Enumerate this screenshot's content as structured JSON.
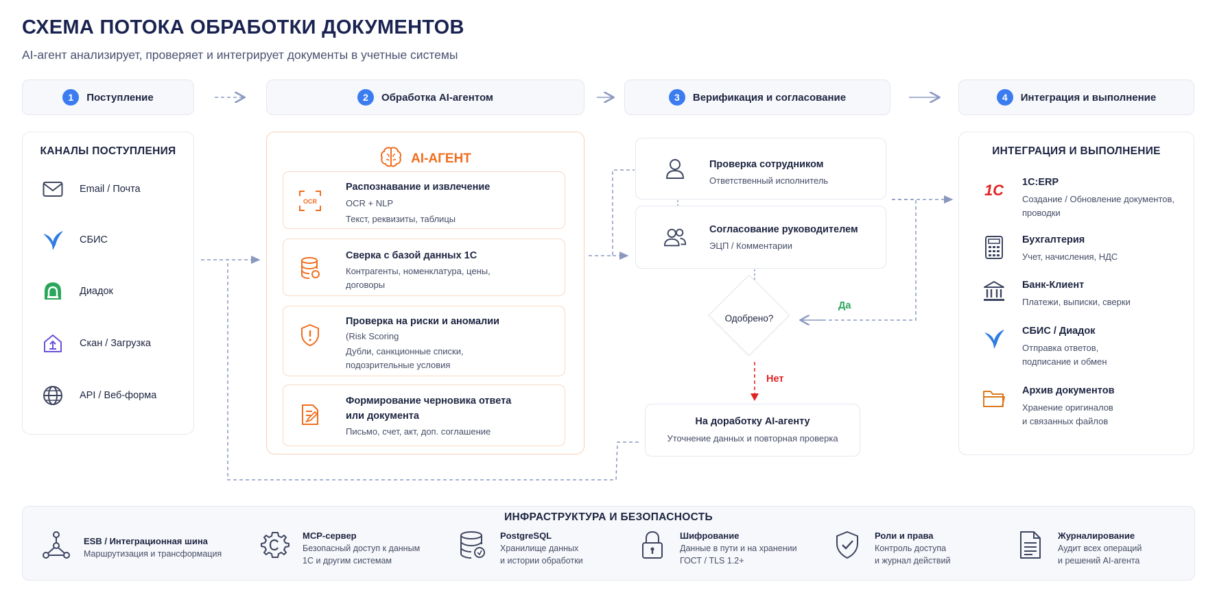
{
  "header": {
    "title": "СХЕМА ПОТОКА ОБРАБОТКИ ДОКУМЕНТОВ",
    "subtitle": "AI-агент анализирует, проверяет и интегрирует документы в учетные системы"
  },
  "stages": [
    {
      "num": "1",
      "label": "Поступление"
    },
    {
      "num": "2",
      "label": "Обработка AI-агентом"
    },
    {
      "num": "3",
      "label": "Верификация и согласование"
    },
    {
      "num": "4",
      "label": "Интеграция и выполнение"
    }
  ],
  "channels": {
    "title": "КАНАЛЫ ПОСТУПЛЕНИЯ",
    "items": [
      {
        "label": "Email / Почта",
        "icon": "mail-icon"
      },
      {
        "label": "СБИС",
        "icon": "sbis-bird-icon"
      },
      {
        "label": "Диадок",
        "icon": "diadoc-icon"
      },
      {
        "label": "Скан / Загрузка",
        "icon": "upload-icon"
      },
      {
        "label": "API / Веб-форма",
        "icon": "globe-icon"
      }
    ]
  },
  "ai_agent": {
    "title": "AI-АГЕНТ",
    "icon_label": "OCR",
    "steps": [
      {
        "title": "Распознавание и извлечение",
        "lines": [
          "OCR + NLP",
          "Текст, реквизиты, таблицы"
        ],
        "icon": "ocr-icon"
      },
      {
        "title": "Сверка с базой данных 1С",
        "lines": [
          "Контрагенты, номенклатура, цены,",
          "договоры"
        ],
        "icon": "database-icon"
      },
      {
        "title": "Проверка на риски и аномалии",
        "lines": [
          "(Risk Scoring",
          "Дубли, санкционные списки,",
          "подозрительные условия"
        ],
        "icon": "shield-alert-icon"
      },
      {
        "title_lines": [
          "Формирование черновика ответа",
          "или документа"
        ],
        "lines": [
          "Письмо, счет, акт, доп. соглашение"
        ],
        "icon": "document-edit-icon"
      }
    ]
  },
  "verification": {
    "employee": {
      "title": "Проверка сотрудником",
      "subtitle": "Ответственный исполнитель"
    },
    "manager": {
      "title": "Согласование руководителем",
      "subtitle": "ЭЦП / Комментарии"
    },
    "decision": "Одобрено?",
    "yes": "Да",
    "no": "Нет",
    "rework": {
      "title": "На доработку AI-агенту",
      "subtitle": "Уточнение данных и повторная проверка"
    }
  },
  "integration": {
    "title": "ИНТЕГРАЦИЯ И ВЫПОЛНЕНИЕ",
    "logo_text": "1С",
    "items": [
      {
        "title": "1С:ERP",
        "lines": [
          "Создание / Обновление документов,",
          "проводки"
        ],
        "icon": "1c-logo-icon"
      },
      {
        "title": "Бухгалтерия",
        "lines": [
          "Учет, начисления, НДС"
        ],
        "icon": "calculator-icon"
      },
      {
        "title": "Банк-Клиент",
        "lines": [
          "Платежи, выписки, сверки"
        ],
        "icon": "bank-icon"
      },
      {
        "title": "СБИС / Диадок",
        "lines": [
          "Отправка ответов,",
          "подписание и обмен"
        ],
        "icon": "sbis-bird-icon"
      },
      {
        "title": "Архив документов",
        "lines": [
          "Хранение оригиналов",
          "и связанных файлов"
        ],
        "icon": "folder-icon"
      }
    ]
  },
  "infrastructure": {
    "title": "ИНФРАСТРУКТУРА И БЕЗОПАСНОСТЬ",
    "items": [
      {
        "title": "ESB / Интеграционная шина",
        "lines": [
          "Маршрутизация и трансформация"
        ],
        "icon": "network-icon"
      },
      {
        "title": "MCP-сервер",
        "lines": [
          "Безопасный доступ к данным",
          "1С и другим системам"
        ],
        "icon": "gear-icon"
      },
      {
        "title": "PostgreSQL",
        "lines": [
          "Хранилище данных",
          "и истории обработки"
        ],
        "icon": "database-icon"
      },
      {
        "title": "Шифрование",
        "lines": [
          "Данные в пути и на хранении",
          "ГОСТ / TLS 1.2+"
        ],
        "icon": "lock-icon"
      },
      {
        "title": "Роли и права",
        "lines": [
          "Контроль доступа",
          "и журнал действий"
        ],
        "icon": "shield-check-icon"
      },
      {
        "title": "Журналирование",
        "lines": [
          "Аудит всех операций",
          "и решений AI-агента"
        ],
        "icon": "log-document-icon"
      }
    ]
  },
  "colors": {
    "accent_blue": "#3b7df0",
    "ai_orange": "#f06d1e",
    "yes_green": "#2aa65a",
    "no_red": "#e02424",
    "icon_slate": "#3d4560"
  }
}
